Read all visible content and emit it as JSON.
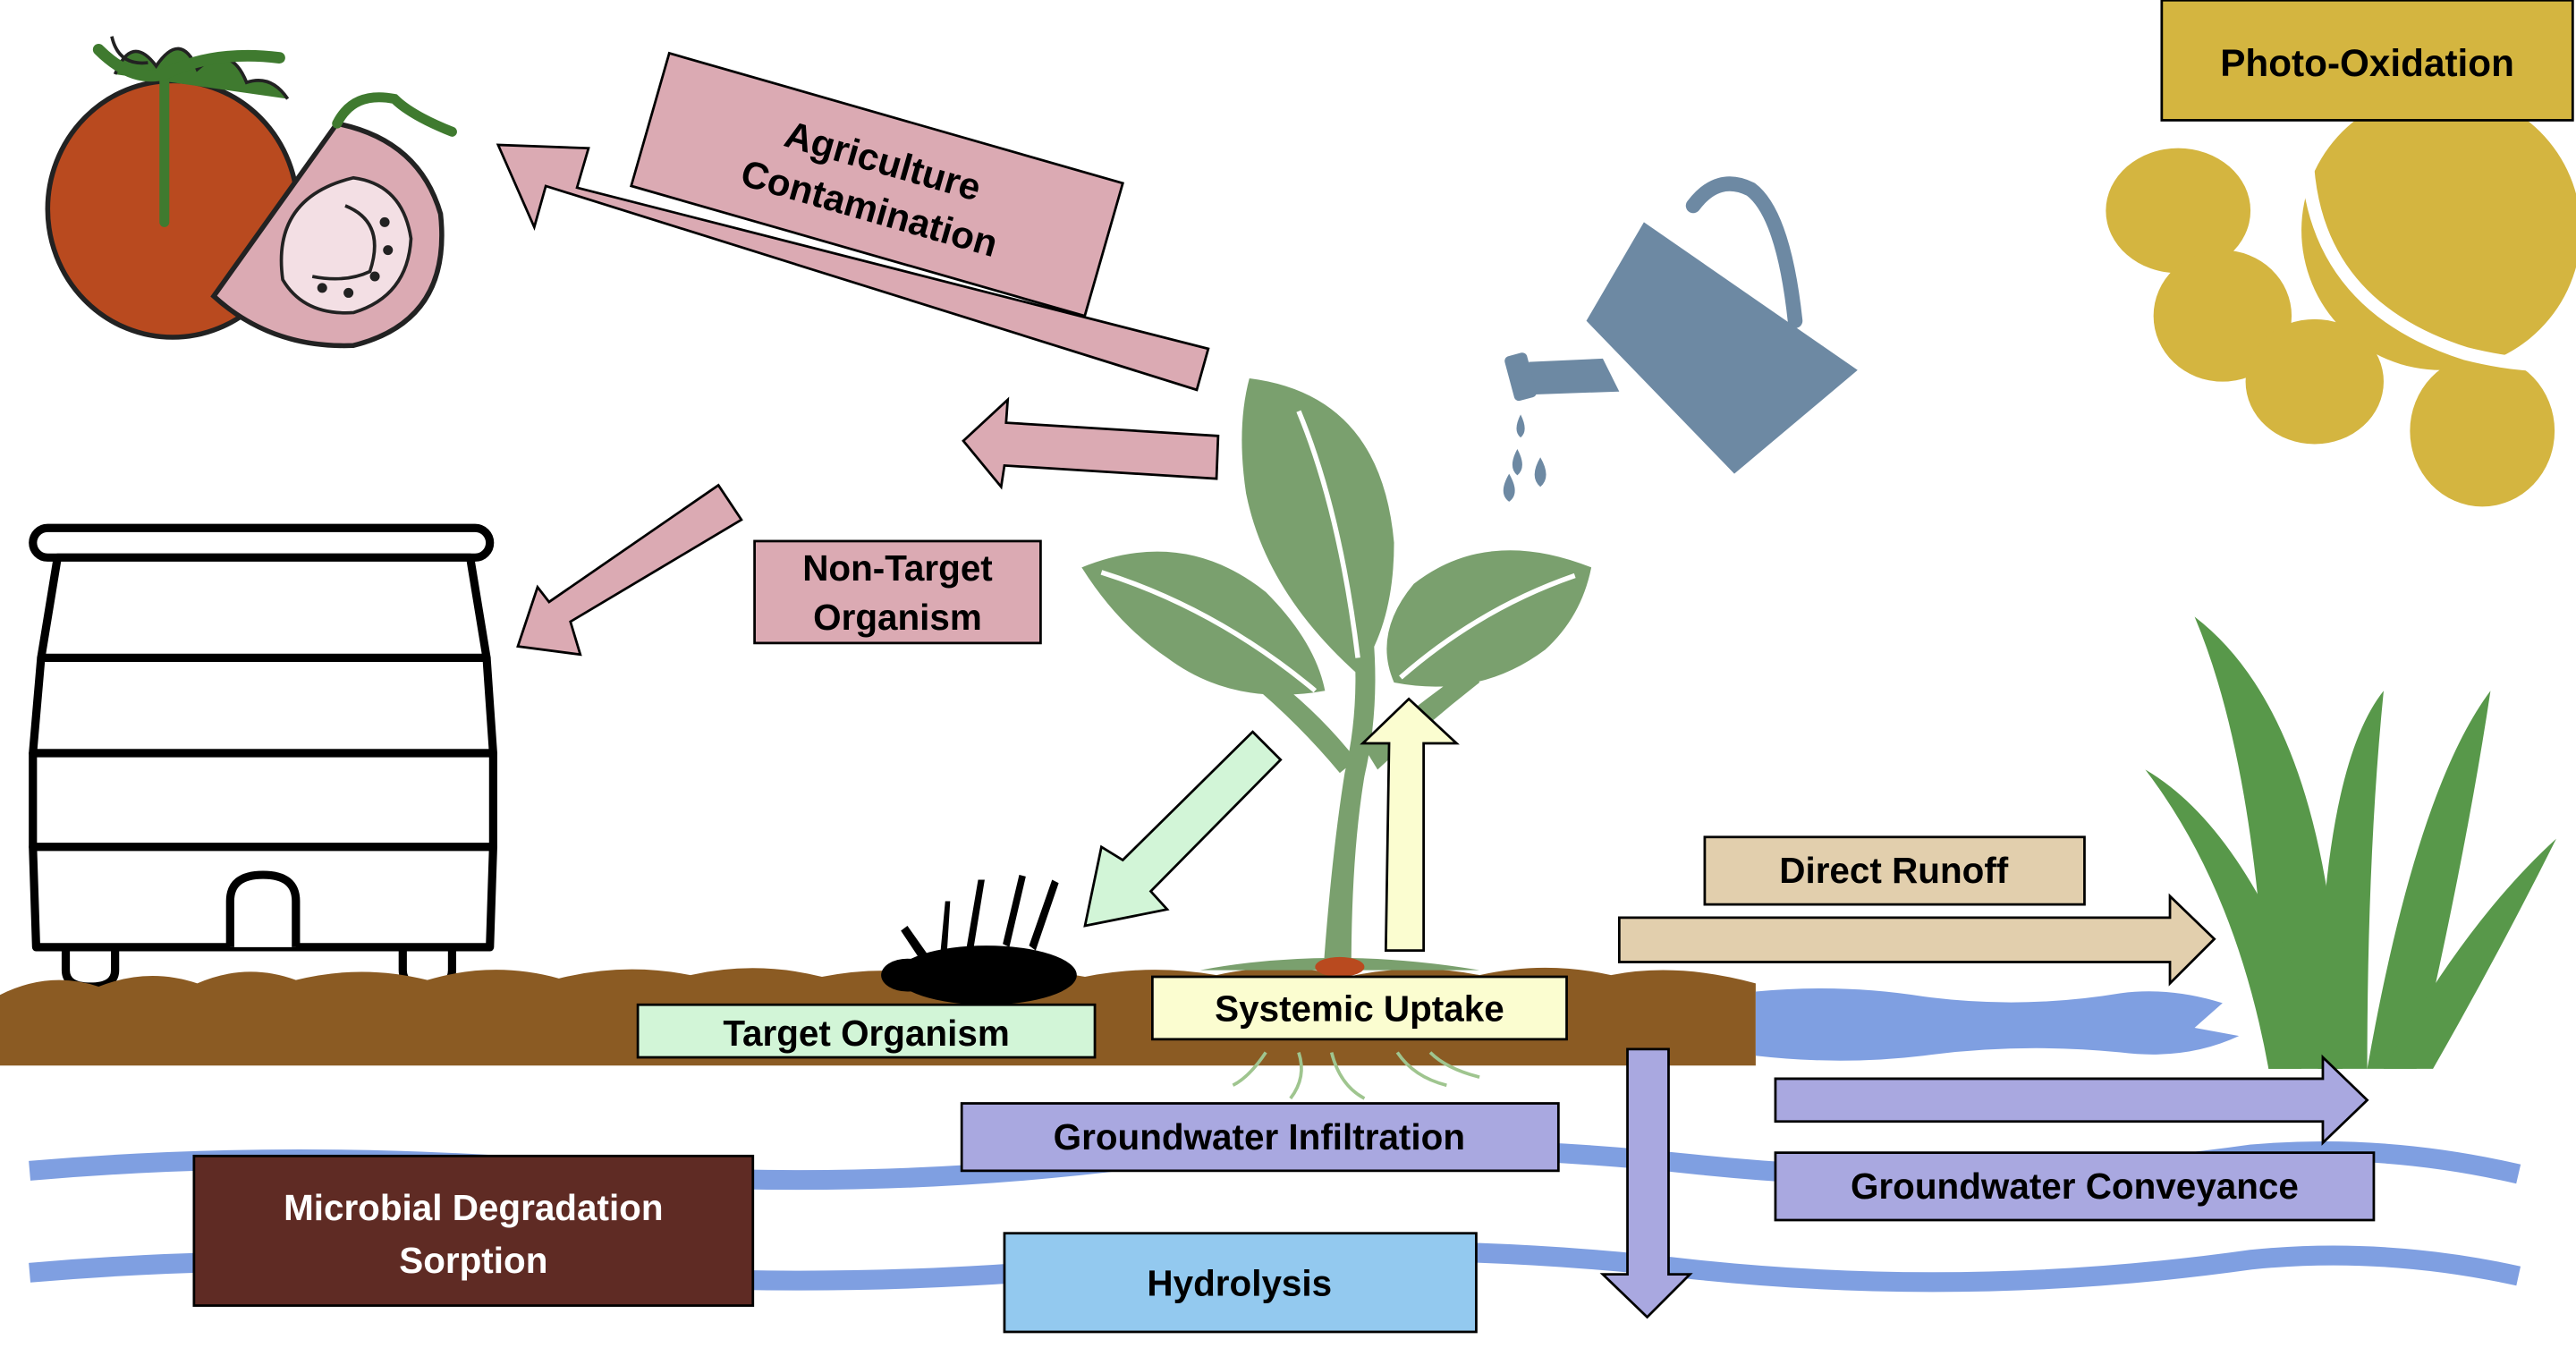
{
  "labels": {
    "photo_oxidation": "Photo-Oxidation",
    "agriculture_line1": "Agriculture",
    "agriculture_line2": "Contamination",
    "non_target_line1": "Non-Target",
    "non_target_line2": "Organism",
    "direct_runoff": "Direct Runoff",
    "target_organism": "Target Organism",
    "systemic_uptake": "Systemic Uptake",
    "groundwater_infiltration": "Groundwater Infiltration",
    "groundwater_conveyance": "Groundwater Conveyance",
    "microbial_line1": "Microbial Degradation",
    "microbial_line2": "Sorption",
    "hydrolysis": "Hydrolysis"
  },
  "icons": [
    "tomato-icon",
    "beehive-icon",
    "watering-can-icon",
    "plant-icon",
    "sun-icon",
    "grass-icon",
    "beetle-icon",
    "soil-layer",
    "stream-icon",
    "groundwater-waves"
  ],
  "colors": {
    "pink": "#dbaab3",
    "tan": "#e2cfad",
    "light_green": "#d2f5d7",
    "light_yellow": "#fbfdd0",
    "lavender": "#a9a8e0",
    "sky_blue": "#93c9ef",
    "maroon": "#5f2b24",
    "gold": "#d4b540",
    "soil": "#8b5b23",
    "water": "#7f9fe1",
    "plant_green": "#7aa06e",
    "grass_green": "#58984a",
    "can_blue": "#6d89a3",
    "tomato_red": "#b94a1f"
  }
}
